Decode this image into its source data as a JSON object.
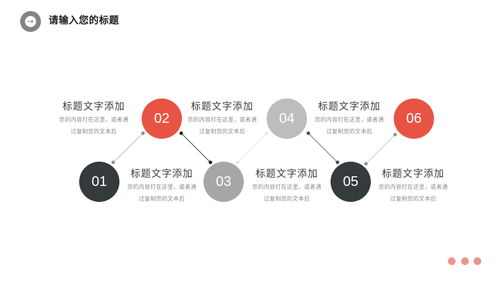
{
  "header": {
    "title": "请输入您的标题",
    "icon": "arrow-right-icon",
    "icon_color": "#7f8486"
  },
  "colors": {
    "red": "#e85443",
    "dark": "#353a3c",
    "grey_light": "#bdbdbd",
    "grey_mid": "#a6a6a6",
    "dots": "#f0938a"
  },
  "steps": [
    {
      "number": "01",
      "title": "标题文字添加",
      "desc_line1": "您的内容打在这里，或者通",
      "desc_line2": "过复制您的文本后"
    },
    {
      "number": "02",
      "title": "标题文字添加",
      "desc_line1": "您的内容打在这里，或者通",
      "desc_line2": "过复制您的文本后"
    },
    {
      "number": "03",
      "title": "标题文字添加",
      "desc_line1": "您的内容打在这里，或者通",
      "desc_line2": "过复制您的文本后"
    },
    {
      "number": "04",
      "title": "标题文字添加",
      "desc_line1": "您的内容打在这里，或者通",
      "desc_line2": "过复制您的文本后"
    },
    {
      "number": "05",
      "title": "标题文字添加",
      "desc_line1": "您的内容打在这里，或者通",
      "desc_line2": "过复制您的文本后"
    },
    {
      "number": "06",
      "title": "标题文字添加",
      "desc_line1": "您的内容打在这里，或者通",
      "desc_line2": "过复制您的文本后"
    }
  ],
  "footer": {
    "dots_count": 3
  }
}
